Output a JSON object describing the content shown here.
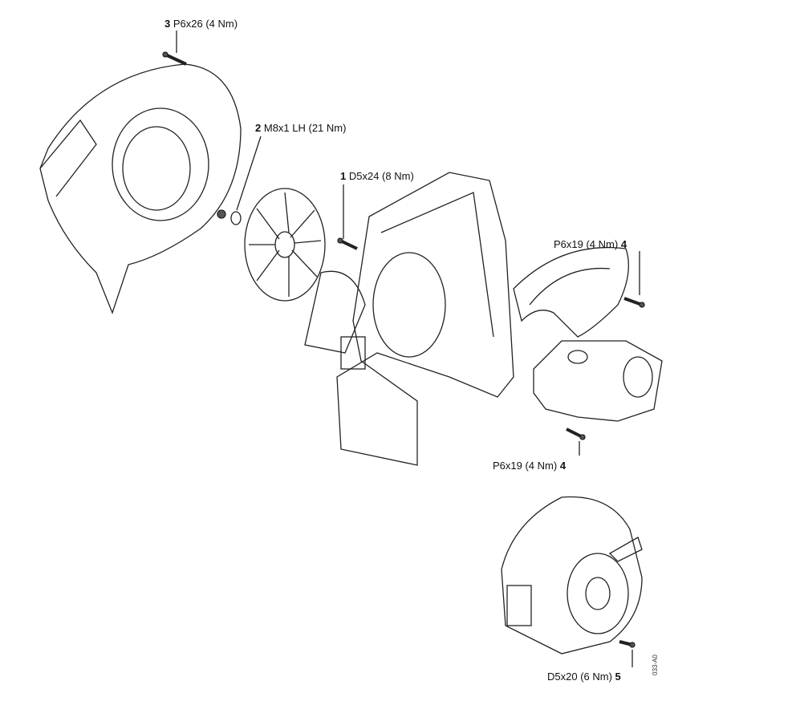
{
  "labels": [
    {
      "num": "3",
      "text": "P6x26 (4 Nm)"
    },
    {
      "num": "2",
      "text": "M8x1 LH (21 Nm)"
    },
    {
      "num": "1",
      "text": "D5x24 (8 Nm)"
    },
    {
      "num": "4",
      "text": "P6x19 (4 Nm)"
    },
    {
      "num": "4",
      "text": "P6x19 (4 Nm)"
    },
    {
      "num": "5",
      "text": "D5x20 (6 Nm)"
    }
  ],
  "drawing_code": "033-A0"
}
